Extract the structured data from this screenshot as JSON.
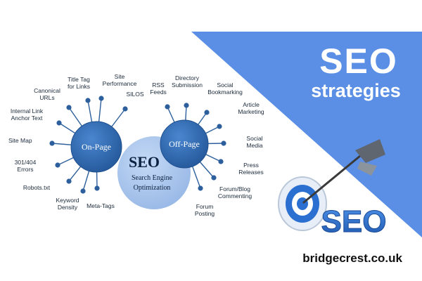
{
  "header": {
    "line1": "SEO",
    "line2": "strategies"
  },
  "center": {
    "title": "SEO",
    "subtitle_line1": "Search Engine",
    "subtitle_line2": "Optimization"
  },
  "on_page": {
    "label": "On-Page",
    "items": [
      {
        "lines": [
          "Title Tag",
          "for Links"
        ]
      },
      {
        "lines": [
          "Site",
          "Performance"
        ]
      },
      {
        "lines": [
          "Canonical",
          "URLs"
        ]
      },
      {
        "lines": [
          "SILOS"
        ]
      },
      {
        "lines": [
          "Internal Link",
          "Anchor Text"
        ]
      },
      {
        "lines": [
          "Site Map"
        ]
      },
      {
        "lines": [
          "301/404",
          "Errors"
        ]
      },
      {
        "lines": [
          "Robots.txt"
        ]
      },
      {
        "lines": [
          "Keyword",
          "Density"
        ]
      },
      {
        "lines": [
          "Meta-Tags"
        ]
      }
    ]
  },
  "off_page": {
    "label": "Off-Page",
    "items": [
      {
        "lines": [
          "RSS",
          "Feeds"
        ]
      },
      {
        "lines": [
          "Directory",
          "Submission"
        ]
      },
      {
        "lines": [
          "Social",
          "Bookmarking"
        ]
      },
      {
        "lines": [
          "Article",
          "Marketing"
        ]
      },
      {
        "lines": [
          "Social",
          "Media"
        ]
      },
      {
        "lines": [
          "Press",
          "Releases"
        ]
      },
      {
        "lines": [
          "Forum/Blog",
          "Commenting"
        ]
      },
      {
        "lines": [
          "Forum",
          "Posting"
        ]
      }
    ]
  },
  "target_logo": {
    "text": "SEO"
  },
  "footer": {
    "domain": "bridgecrest.co.uk"
  },
  "colors": {
    "hub": "#2f6db3",
    "hub_edge": "#1e4f8e",
    "center": "#a9c6ee",
    "banner": "#5b8fe6",
    "spoke": "#2d5f9c",
    "logo_blue": "#2b6fd1"
  }
}
